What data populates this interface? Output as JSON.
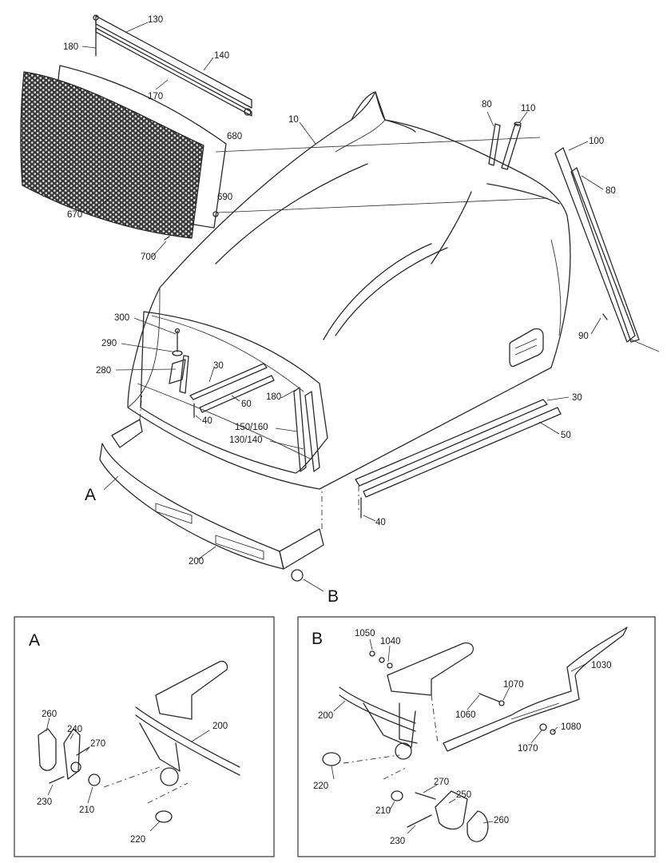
{
  "callouts": {
    "c130": "130",
    "c180a": "180",
    "c140a": "140",
    "c170": "170",
    "c10": "10",
    "c80a": "80",
    "c110": "110",
    "c100": "100",
    "c80b": "80",
    "c680": "680",
    "c690": "690",
    "c670": "670",
    "c700": "700",
    "c300": "300",
    "c290": "290",
    "c280": "280",
    "c30a": "30",
    "c60": "60",
    "c180b": "180",
    "c40a": "40",
    "c150_160": "150/160",
    "c130_140": "130/140",
    "c90": "90",
    "c30b": "30",
    "c50": "50",
    "c40b": "40",
    "c200": "200",
    "cA": "A",
    "cB": "B"
  },
  "detail_a": {
    "title": "A",
    "c260": "260",
    "c240": "240",
    "c270": "270",
    "c200": "200",
    "c230": "230",
    "c210": "210",
    "c220": "220"
  },
  "detail_b": {
    "title": "B",
    "c1050": "1050",
    "c1040": "1040",
    "c1030": "1030",
    "c1070a": "1070",
    "c200": "200",
    "c1060": "1060",
    "c1080": "1080",
    "c1070b": "1070",
    "c220": "220",
    "c270": "270",
    "c250": "250",
    "c210": "210",
    "c260": "260",
    "c230": "230"
  }
}
